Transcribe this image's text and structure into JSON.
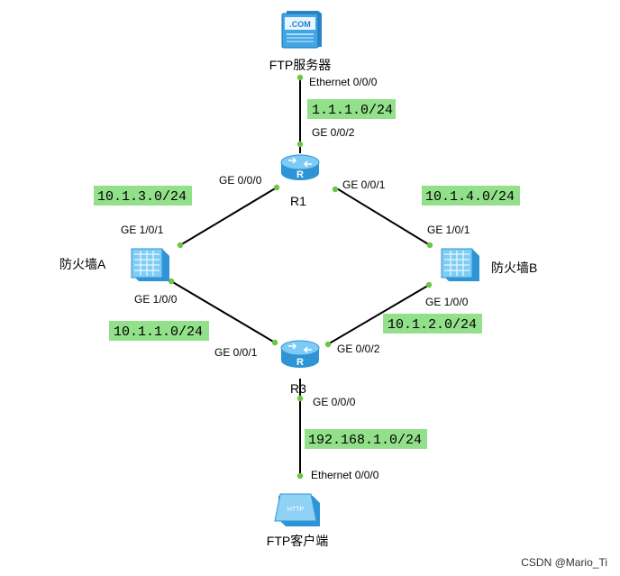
{
  "colors": {
    "link": "#000000",
    "port_dot": "#6cc644",
    "network_label_bg": "#92e08a",
    "router": "#4fb3ec",
    "firewall": "#5fb8ea",
    "server": "#3fa7e6"
  },
  "nodes": {
    "ftp_server": {
      "label": "FTP服务器",
      "icon": "server-icon",
      "badge": ".COM"
    },
    "r1": {
      "label": "R1",
      "icon": "router-icon",
      "badge": "R"
    },
    "r3": {
      "label": "R3",
      "icon": "router-icon",
      "badge": "R"
    },
    "firewall_a": {
      "label": "防火墙A",
      "icon": "firewall-icon"
    },
    "firewall_b": {
      "label": "防火墙B",
      "icon": "firewall-icon"
    },
    "ftp_client": {
      "label": "FTP客户端",
      "icon": "client-icon",
      "badge": "HTTP"
    }
  },
  "ports": {
    "server_eth": "Ethernet 0/0/0",
    "r1_ge002": "GE 0/0/2",
    "r1_ge000": "GE 0/0/0",
    "r1_ge001": "GE 0/0/1",
    "fwa_ge101": "GE 1/0/1",
    "fwa_ge100": "GE 1/0/0",
    "fwb_ge101": "GE 1/0/1",
    "fwb_ge100": "GE 1/0/0",
    "r3_ge001": "GE 0/0/1",
    "r3_ge002": "GE 0/0/2",
    "r3_ge000": "GE 0/0/0",
    "client_eth": "Ethernet 0/0/0"
  },
  "networks": {
    "n1": "1.1.1.0/24",
    "n2": "10.1.3.0/24",
    "n3": "10.1.4.0/24",
    "n4": "10.1.1.0/24",
    "n5": "10.1.2.0/24",
    "n6": "192.168.1.0/24"
  },
  "watermark": "CSDN @Mario_Ti"
}
